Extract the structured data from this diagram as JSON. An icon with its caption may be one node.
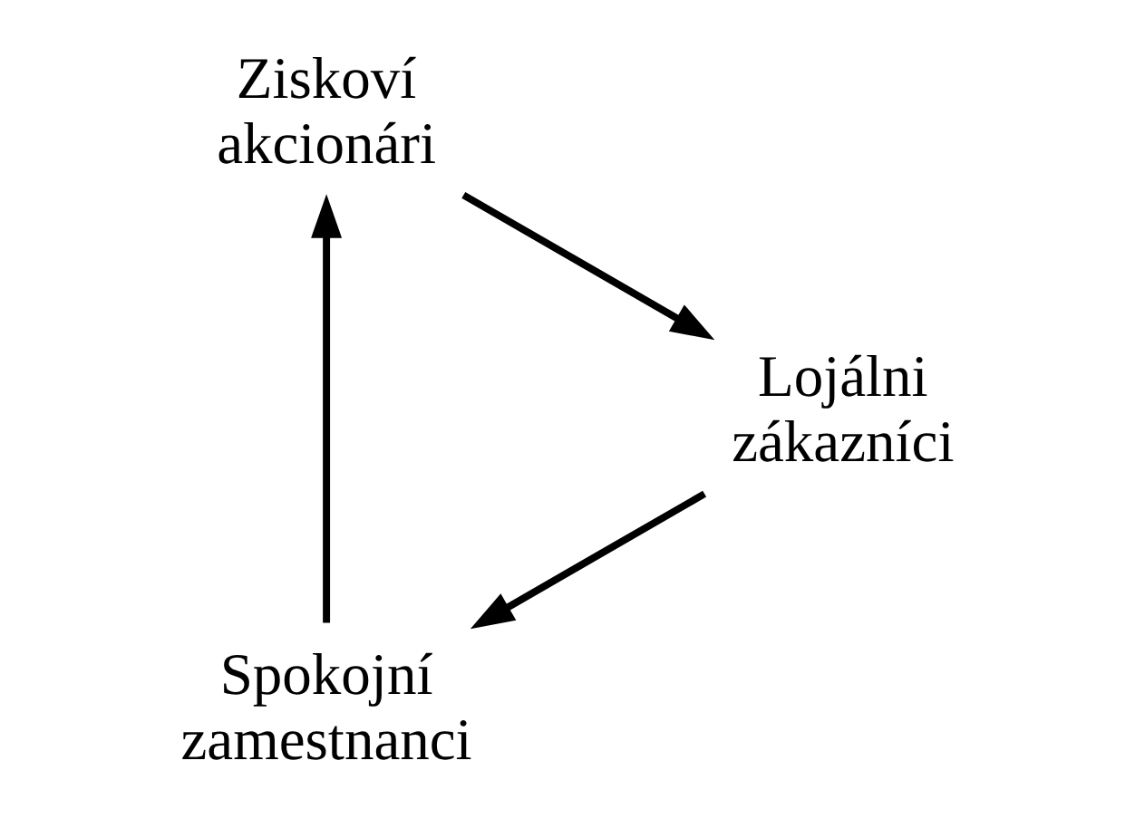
{
  "diagram": {
    "nodes": [
      {
        "text": [
          "Spokojní zamestnanci"
        ]
      },
      {
        "text": [
          "Ziskoví akcionári"
        ]
      },
      {
        "text": [
          "Lojálni zákazníci"
        ]
      }
    ],
    "edges": [
      {
        "from": 0,
        "to": 1,
        "arrow": "to"
      },
      {
        "from": 1,
        "to": 2,
        "arrow": "to"
      },
      {
        "from": 2,
        "to": 0,
        "arrow": "to"
      }
    ]
  }
}
